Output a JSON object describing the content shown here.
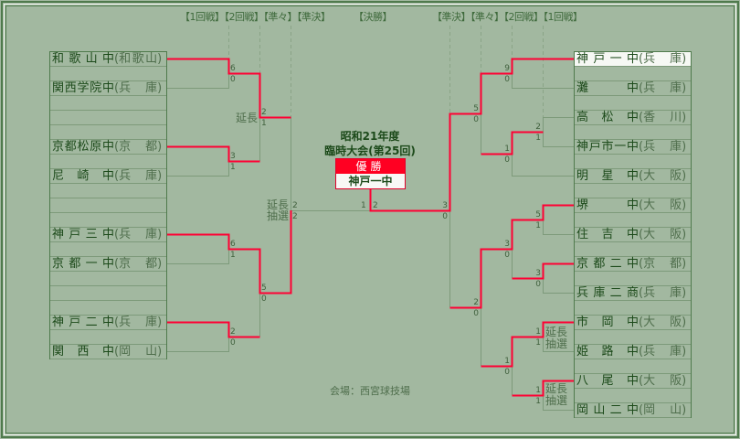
{
  "header": {
    "left_rounds": "【1回戦】【2回戦】【準々】【準決】",
    "final_round": "【決勝】",
    "right_rounds": "【準決】【準々】【2回戦】【1回戦】"
  },
  "center": {
    "title1": "昭和21年度",
    "title2": "臨時大会(第25回)",
    "champion_label": "優勝",
    "champion": "神戸一中"
  },
  "venue": "会場：西宮球技場",
  "left": {
    "teams": [
      {
        "name": "和歌山中",
        "pref": "和歌山"
      },
      {
        "name": "関西学院中",
        "pref": "兵庫"
      },
      {
        "name": "京都松原中",
        "pref": "京都"
      },
      {
        "name": "尼崎中",
        "pref": "兵庫"
      },
      {
        "name": "神戸三中",
        "pref": "兵庫"
      },
      {
        "name": "京都一中",
        "pref": "京都"
      },
      {
        "name": "神戸二中",
        "pref": "兵庫"
      },
      {
        "name": "関西中",
        "pref": "岡山"
      }
    ]
  },
  "right": {
    "teams": [
      {
        "name": "神戸一中",
        "pref": "兵庫"
      },
      {
        "name": "灘中",
        "pref": "兵庫"
      },
      {
        "name": "高松中",
        "pref": "香川"
      },
      {
        "name": "神戸市一中",
        "pref": "兵庫"
      },
      {
        "name": "明星中",
        "pref": "大阪"
      },
      {
        "name": "堺中",
        "pref": "大阪"
      },
      {
        "name": "住吉中",
        "pref": "大阪"
      },
      {
        "name": "京都二中",
        "pref": "京都"
      },
      {
        "name": "兵庫二商",
        "pref": "兵庫"
      },
      {
        "name": "市岡中",
        "pref": "大阪"
      },
      {
        "name": "姫路中",
        "pref": "兵庫"
      },
      {
        "name": "八尾中",
        "pref": "大阪"
      },
      {
        "name": "岡山二中",
        "pref": "岡山"
      }
    ]
  },
  "matches": {
    "L1": [
      "6",
      "0"
    ],
    "L2": [
      "3",
      "1"
    ],
    "L3": [
      "6",
      "1"
    ],
    "L4": [
      "2",
      "0"
    ],
    "L5": [
      "2",
      "1"
    ],
    "L6": [
      "5",
      "0"
    ],
    "L7": [
      "2",
      "2"
    ],
    "F": [
      "1",
      "2"
    ],
    "R1": [
      "9",
      "0"
    ],
    "R2": [
      "2",
      "1"
    ],
    "R3": [
      "1",
      "0"
    ],
    "R4": [
      "5",
      "0"
    ],
    "R5": [
      "5",
      "1"
    ],
    "R6": [
      "3",
      "0"
    ],
    "R7": [
      "3",
      "0"
    ],
    "R8": [
      "2",
      "0"
    ],
    "R9": [
      "1",
      "1"
    ],
    "R10": [
      "1",
      "1"
    ],
    "R11": [
      "1",
      "0"
    ],
    "R12": [
      "3",
      "0"
    ]
  },
  "notes": {
    "extra": "延長",
    "lottery": "抽選"
  },
  "colors": {
    "winner_line": "#ff0033",
    "line": "#7d9a7a",
    "background": "#a2b8a0"
  }
}
